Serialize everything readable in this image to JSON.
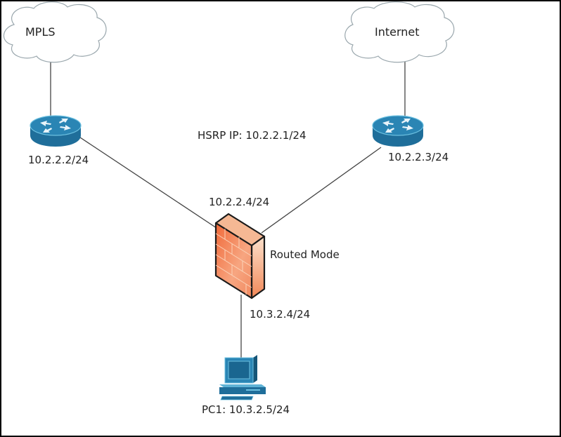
{
  "diagram": {
    "clouds": [
      {
        "id": "mpls",
        "label": "MPLS"
      },
      {
        "id": "internet",
        "label": "Internet"
      }
    ],
    "routers": [
      {
        "id": "router-left",
        "ip_label": "10.2.2.2/24"
      },
      {
        "id": "router-right",
        "ip_label": "10.2.2.3/24"
      }
    ],
    "hsrp_label": "HSRP IP: 10.2.2.1/24",
    "firewall": {
      "outside_ip_label": "10.2.2.4/24",
      "mode_label": "Routed Mode",
      "inside_ip_label": "10.3.2.4/24"
    },
    "pc": {
      "label": "PC1: 10.3.2.5/24"
    },
    "colors": {
      "device_blue": "#1f6e9a",
      "device_blue_light": "#5fb3d6",
      "firewall_orange": "#f07a50",
      "firewall_light": "#f9c6a8",
      "link": "#444444"
    }
  }
}
